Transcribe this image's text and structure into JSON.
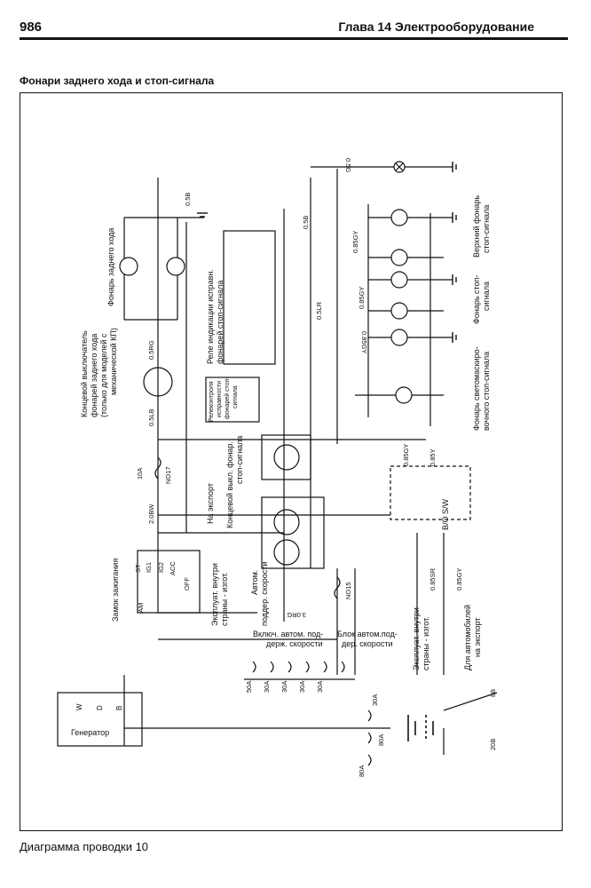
{
  "header": {
    "page_number": "986",
    "chapter_title": "Глава 14  Электрооборудование"
  },
  "diagram_title": "Фонари заднего хода и стоп-сигнала",
  "footer_caption": "Диаграмма проводки 10",
  "labels": {
    "reverse_lamp": "Фонарь заднего хода",
    "reverse_switch_1": "Концевой выключатель",
    "reverse_switch_2": "фонарей заднего хода",
    "reverse_switch_3": "(только для моделей с",
    "reverse_switch_4": "механической КП)",
    "relay_1": "Реле индикации исправн.",
    "relay_2": "фонарей стоп-сигнала",
    "relay_control_1": "Релеконтроля",
    "relay_control_2": "исправности",
    "relay_control_3": "фонарей стоп-",
    "relay_control_4": "сигнала",
    "upper_brake_1": "Верхний фонарь",
    "upper_brake_2": "стоп-сигнала",
    "brake_lamp_1": "Фонарь стоп-",
    "brake_lamp_2": "сигнала",
    "led_brake_1": "Фонарь светомаскиро-",
    "led_brake_2": "вочного стоп-сигнала",
    "export_1": "На экспорт",
    "brake_switch_1": "Концевой выкл. фонар.",
    "brake_switch_2": "стоп-сигнала",
    "ignition": "Замок зажигания",
    "domestic_1": "Эксплуат. внутри",
    "domestic_2": "страны - изгот.",
    "auto_speed_1": "Автом.",
    "auto_speed_2": "поддер. скорости",
    "cruise_on_1": "Включ. автом. под-",
    "cruise_on_2": "держ. скорости",
    "cruise_unit_1": "Блок автом.под-",
    "cruise_unit_2": "дер. скорости",
    "domestic_b1": "Эксплуат. внутри",
    "domestic_b2": "страны - изгот.",
    "export_b1": "Для автомобилей",
    "export_b2": "на экспорт",
    "generator": "Генератор",
    "bo_sw": "B/O  S/W"
  },
  "wires": {
    "w_05b_top": "0.5B",
    "w_05b_mid": "0.5B",
    "w_05g": "0.5G",
    "w_085gy_a": "0.85GY",
    "w_085gy_b": "0.85GY",
    "w_085gy_c": "0.85GY",
    "w_085gy_d": "0.85GY",
    "w_085gy_e": "0.85GY",
    "w_05lr": "0.5LR",
    "w_05srg": "0.5RG",
    "w_05lb": "0.5LB",
    "w_085y": "0.85Y",
    "w_2ow": "2.0BW",
    "w_30rg": "3.0RG",
    "w_085sr": "0.85SR",
    "w_20b": "20B",
    "w_8b": "8B"
  },
  "fuses": {
    "f_10a": "10A",
    "f_no17": "NO17",
    "f_no15": "NO15",
    "f_50a": "50A",
    "f_30a_1": "30A",
    "f_30a_2": "30A",
    "f_30a_3": "30A",
    "f_30a_4": "30A",
    "f_30a_5": "30A",
    "f_80a_1": "80A",
    "f_80a_2": "80A"
  },
  "ignition_terminals": {
    "st": "ST",
    "ig1": "IG1",
    "ig2": "IG2",
    "acc": "ACC",
    "off": "OFF",
    "am": "AM"
  },
  "generator_terminals": {
    "w": "W",
    "d": "D",
    "b": "B"
  }
}
